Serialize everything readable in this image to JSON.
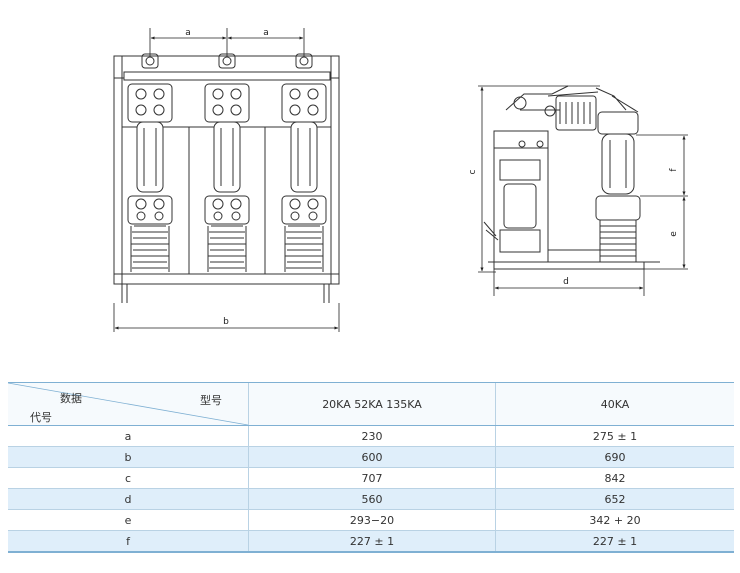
{
  "drawing_labels": {
    "front": {
      "a1": "a",
      "a2": "a",
      "b": "b"
    },
    "side": {
      "c": "c",
      "d": "d",
      "e": "e",
      "f": "f"
    }
  },
  "table": {
    "header": {
      "data_label": "数据",
      "code_label": "代号",
      "model_label": "型号",
      "col2": "20KA  52KA  135KA",
      "col3": "40KA"
    },
    "rows": [
      {
        "code": "a",
        "v1": "230",
        "v2": "275 ± 1"
      },
      {
        "code": "b",
        "v1": "600",
        "v2": "690"
      },
      {
        "code": "c",
        "v1": "707",
        "v2": "842"
      },
      {
        "code": "d",
        "v1": "560",
        "v2": "652"
      },
      {
        "code": "e",
        "v1": "293−20",
        "v2": "342 + 20"
      },
      {
        "code": "f",
        "v1": "227 ± 1",
        "v2": "227 ± 1"
      }
    ]
  },
  "colors": {
    "row_stripe": "#dfeefa",
    "rule": "#7fb0d3",
    "line": "#333333"
  }
}
